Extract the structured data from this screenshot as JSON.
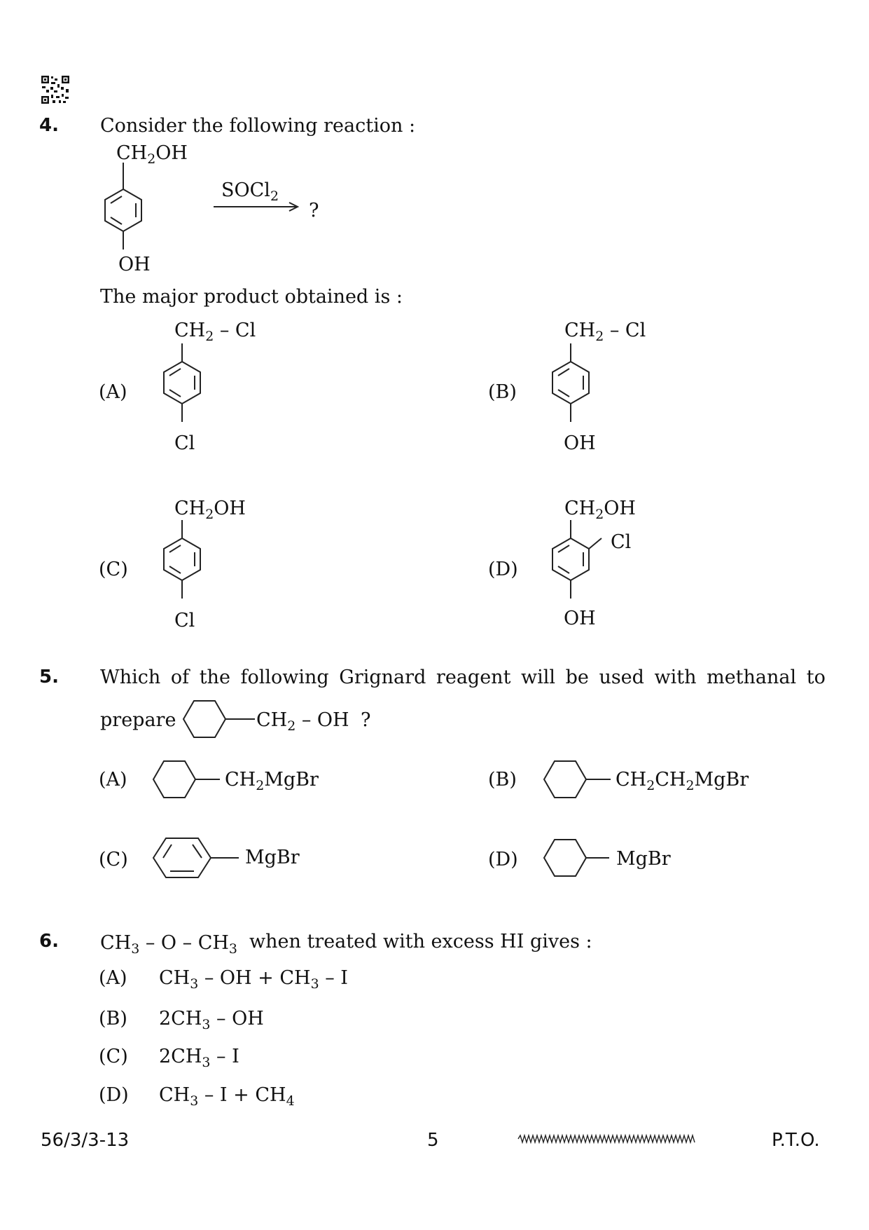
{
  "questions": {
    "q4": {
      "number": "4.",
      "prompt": "Consider the following reaction :",
      "reactant_top": "CH2OH",
      "reactant_bottom": "OH",
      "reagent": "SOCl2",
      "product_mark": "?",
      "subprompt": "The major product obtained is :",
      "options": [
        {
          "label": "(A)",
          "top": "CH2 – Cl",
          "side": "",
          "bottom": "Cl"
        },
        {
          "label": "(B)",
          "top": "CH2 – Cl",
          "side": "",
          "bottom": "OH"
        },
        {
          "label": "(C)",
          "top": "CH2OH",
          "side": "",
          "bottom": "Cl"
        },
        {
          "label": "(D)",
          "top": "CH2OH",
          "side": "Cl",
          "bottom": "OH"
        }
      ]
    },
    "q5": {
      "number": "5.",
      "prompt_line1": "Which of the following Grignard reagent will be used with methanal to",
      "prompt_line2": "prepare",
      "target_group": "CH2 – OH",
      "target_mark": "?",
      "options": [
        {
          "label": "(A)",
          "group": "CH2MgBr"
        },
        {
          "label": "(B)",
          "group": "CH2CH2MgBr"
        },
        {
          "label": "(C)",
          "group": "MgBr"
        },
        {
          "label": "(D)",
          "group": "MgBr"
        }
      ]
    },
    "q6": {
      "number": "6.",
      "prompt_formula": "CH3 – O – CH3",
      "prompt_text": "when treated with excess HI gives :",
      "options": [
        {
          "label": "(A)",
          "text": "CH3 – OH + CH3 – I"
        },
        {
          "label": "(B)",
          "text": "2CH3 – OH"
        },
        {
          "label": "(C)",
          "text": "2CH3 – I"
        },
        {
          "label": "(D)",
          "text": "CH3 – I + CH4"
        }
      ]
    }
  },
  "footer": {
    "code": "56/3/3-13",
    "page": "5",
    "pto": "P.T.O."
  },
  "icons": {
    "qr": "qr-code-icon",
    "wave": "wavy-line-icon"
  }
}
